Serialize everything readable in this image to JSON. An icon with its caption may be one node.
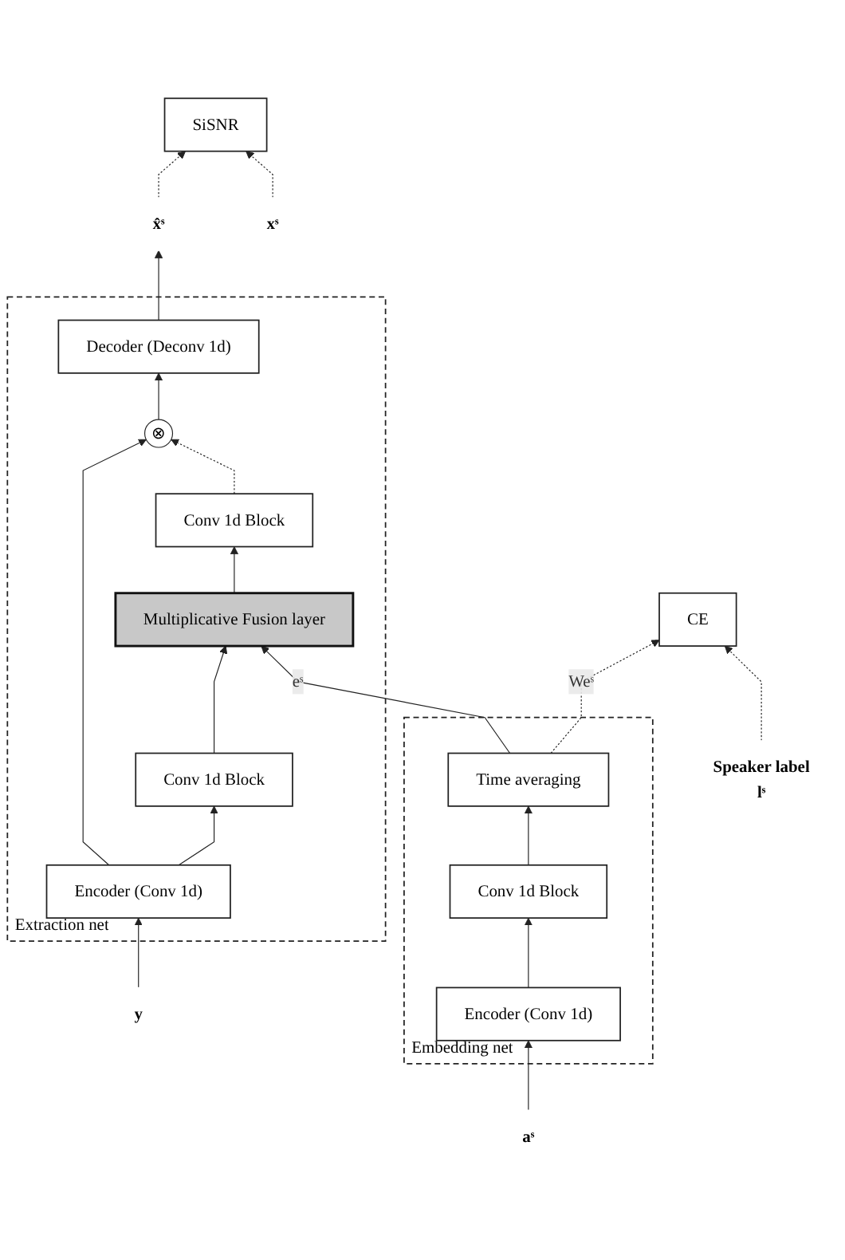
{
  "diagram": {
    "nodes": [
      {
        "text": [
          "x̂ˢ"
        ]
      },
      {
        "text": [
          "SiSNR"
        ]
      },
      {
        "text": [
          "xˢ"
        ]
      },
      {
        "text": [
          "Extraction net"
        ]
      },
      {
        "text": [
          "Decoder (Deconv 1d)"
        ],
        "in": 3
      },
      {
        "text": [
          "⊗"
        ],
        "in": 3
      },
      {
        "text": [
          "Conv 1d Block"
        ],
        "in": 3
      },
      {
        "text": [
          "Multiplicative Fusion layer"
        ],
        "in": 3
      },
      {
        "text": [
          "Conv 1d Block"
        ],
        "in": 3
      },
      {
        "text": [
          "Encoder (Conv 1d)"
        ],
        "in": 3
      },
      {
        "text": [
          "Speaker label",
          "lˢ"
        ]
      },
      {
        "text": [
          "CE"
        ]
      },
      {
        "text": [
          "Embedding net"
        ]
      },
      {
        "text": [
          "Time averaging"
        ],
        "in": 12
      },
      {
        "text": [
          "Conv 1d Block"
        ],
        "in": 12
      },
      {
        "text": [
          "Encoder (Conv 1d)"
        ],
        "in": 12
      },
      {
        "text": [
          "y"
        ]
      },
      {
        "text": [
          "aˢ"
        ]
      }
    ],
    "edges": [
      {
        "from": 16,
        "to": 9,
        "arrow": "to"
      },
      {
        "from": 9,
        "to": 8,
        "arrow": "to"
      },
      {
        "from": 9,
        "to": 5,
        "arrow": "to"
      },
      {
        "from": 8,
        "to": 7,
        "arrow": "to"
      },
      {
        "from": 7,
        "to": 6,
        "arrow": "to"
      },
      {
        "from": 6,
        "to": 5,
        "arrow": "to",
        "style": "dashed"
      },
      {
        "from": 5,
        "to": 4,
        "arrow": "to"
      },
      {
        "from": 4,
        "to": 0,
        "arrow": "to"
      },
      {
        "from": 0,
        "to": 1,
        "arrow": "to",
        "style": "dashed"
      },
      {
        "from": 2,
        "to": 1,
        "arrow": "to",
        "style": "dashed"
      },
      {
        "from": 17,
        "to": 15,
        "arrow": "to"
      },
      {
        "from": 15,
        "to": 14,
        "arrow": "to"
      },
      {
        "from": 14,
        "to": 13,
        "arrow": "to"
      },
      {
        "from": 13,
        "to": 7,
        "arrow": "to",
        "label": "eˢ"
      },
      {
        "from": 13,
        "to": 11,
        "arrow": "to",
        "style": "dashed",
        "label": "Weˢ"
      },
      {
        "from": 10,
        "to": 11,
        "arrow": "to",
        "style": "dashed"
      }
    ]
  }
}
